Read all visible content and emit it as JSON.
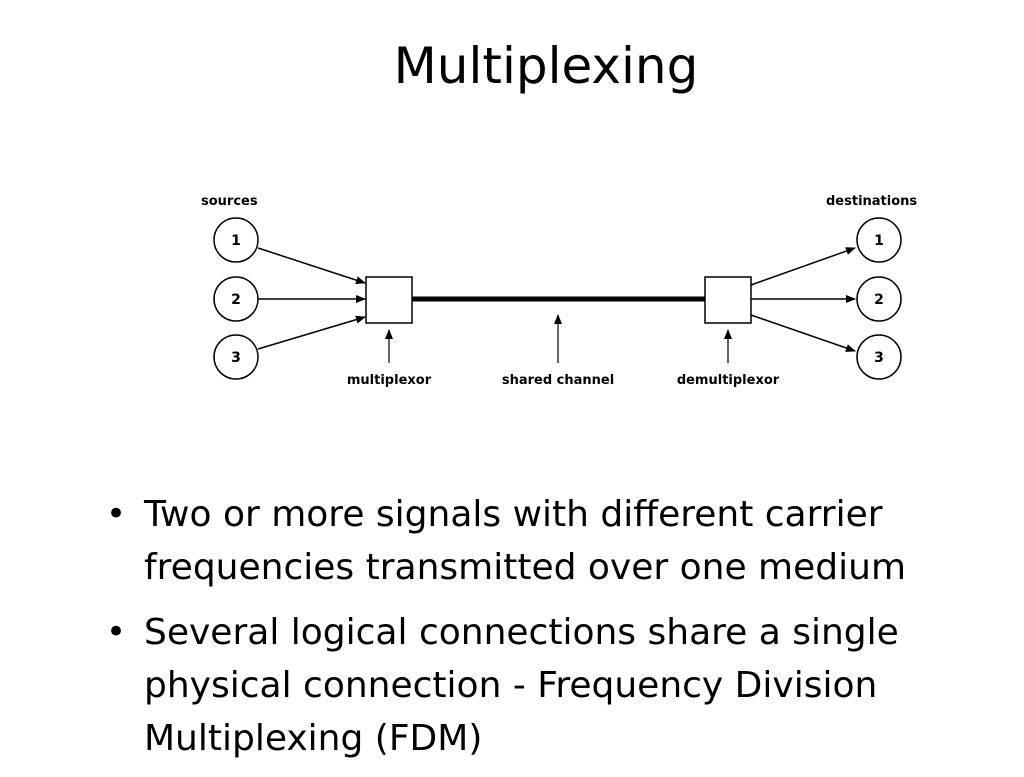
{
  "slide": {
    "title": "Multiplexing"
  },
  "diagram": {
    "sources_label": "sources",
    "destinations_label": "destinations",
    "sources": [
      "1",
      "2",
      "3"
    ],
    "destinations": [
      "1",
      "2",
      "3"
    ],
    "multiplexor_label": "multiplexor",
    "channel_label": "shared channel",
    "demultiplexor_label": "demultiplexor"
  },
  "bullets": [
    "Two or more signals with different carrier frequencies transmitted over one medium",
    "Several logical connections share a single physical connection - Frequency Division Multiplexing (FDM)"
  ]
}
